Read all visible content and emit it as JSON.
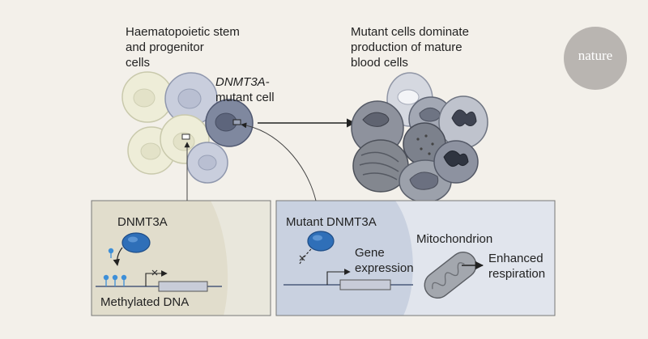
{
  "labels": {
    "stem_cells": [
      "Haematopoietic stem",
      "and progenitor",
      "cells"
    ],
    "mutant_cell_gene": "DNMT3A-",
    "mutant_cell_suffix": "mutant cell",
    "dominate": [
      "Mutant cells dominate",
      "production of mature",
      "blood cells"
    ],
    "logo": "nature"
  },
  "left_panel": {
    "enzyme_label": "DNMT3A",
    "dna_label": "Methylated DNA"
  },
  "right_panel": {
    "enzyme_label": "Mutant DNMT3A",
    "gene_expression": [
      "Gene",
      "expression"
    ],
    "mitochondrion": "Mitochondrion",
    "outcome": [
      "Enhanced",
      "respiration"
    ]
  },
  "colors": {
    "background": "#f3f0ea",
    "left_panel_bg": "#e1ddcc",
    "right_panel_bg": "#e1e5ed",
    "stem_cell_cream": "#eeedd8",
    "stem_cell_blue": "#c9cedd",
    "mutant_cell": "#7f889f",
    "enzyme_blue": "#2f6fb8",
    "methyl_blue": "#3d8fd8",
    "logo_grey": "#b9b5b1"
  }
}
